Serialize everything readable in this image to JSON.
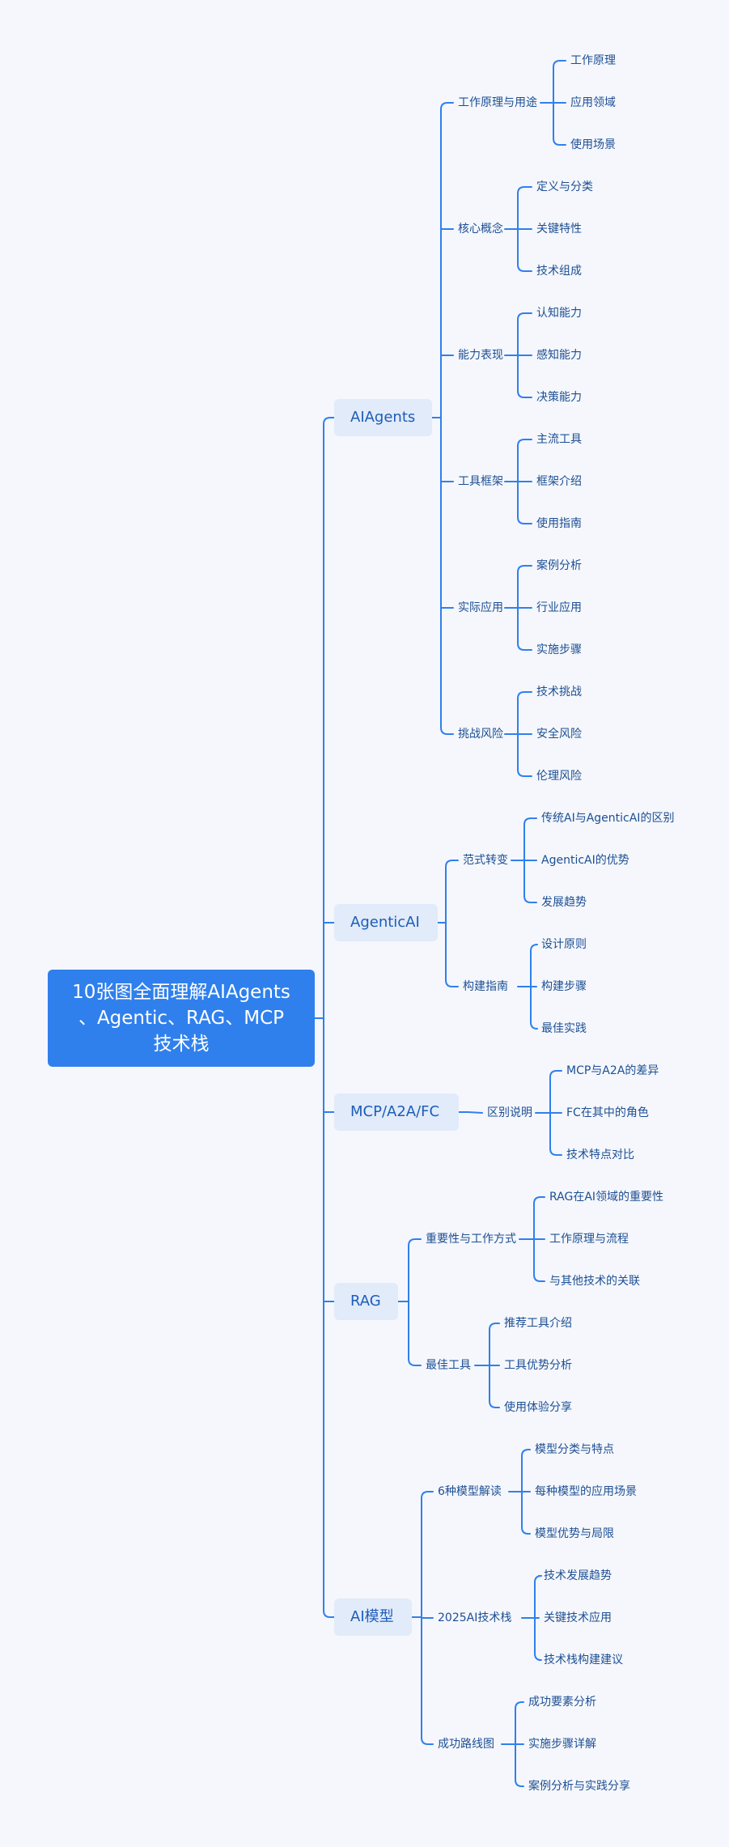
{
  "root": {
    "title_lines": [
      "10张图全面理解AIAgents",
      "、Agentic、RAG、MCP",
      "技术栈"
    ]
  },
  "colors": {
    "background": "#F5F7FC",
    "root_fill": "#2F80ED",
    "branch_fill": "#E1EBFA",
    "line": "#2F80ED",
    "text": "#1D4F93"
  },
  "branches": [
    {
      "label": "AIAgents",
      "children": [
        {
          "label": "工作原理与用途",
          "children": [
            "工作原理",
            "应用领域",
            "使用场景"
          ]
        },
        {
          "label": "核心概念",
          "children": [
            "定义与分类",
            "关键特性",
            "技术组成"
          ]
        },
        {
          "label": "能力表现",
          "children": [
            "认知能力",
            "感知能力",
            "决策能力"
          ]
        },
        {
          "label": "工具框架",
          "children": [
            "主流工具",
            "框架介绍",
            "使用指南"
          ]
        },
        {
          "label": "实际应用",
          "children": [
            "案例分析",
            "行业应用",
            "实施步骤"
          ]
        },
        {
          "label": "挑战风险",
          "children": [
            "技术挑战",
            "安全风险",
            "伦理风险"
          ]
        }
      ]
    },
    {
      "label": "AgenticAI",
      "children": [
        {
          "label": "范式转变",
          "children": [
            "传统AI与AgenticAI的区别",
            "AgenticAI的优势",
            "发展趋势"
          ]
        },
        {
          "label": "构建指南",
          "children": [
            "设计原则",
            "构建步骤",
            "最佳实践"
          ]
        }
      ]
    },
    {
      "label": "MCP/A2A/FC",
      "children": [
        {
          "label": "区别说明",
          "children": [
            "MCP与A2A的差异",
            "FC在其中的角色",
            "技术特点对比"
          ]
        }
      ]
    },
    {
      "label": "RAG",
      "children": [
        {
          "label": "重要性与工作方式",
          "children": [
            "RAG在AI领域的重要性",
            "工作原理与流程",
            "与其他技术的关联"
          ]
        },
        {
          "label": "最佳工具",
          "children": [
            "推荐工具介绍",
            "工具优势分析",
            "使用体验分享"
          ]
        }
      ]
    },
    {
      "label": "AI模型",
      "children": [
        {
          "label": "6种模型解读",
          "children": [
            "模型分类与特点",
            "每种模型的应用场景",
            "模型优势与局限"
          ]
        },
        {
          "label": "2025AI技术栈",
          "children": [
            "技术发展趋势",
            "关键技术应用",
            "技术栈构建建议"
          ]
        },
        {
          "label": "成功路线图",
          "children": [
            "成功要素分析",
            "实施步骤详解",
            "案例分析与实践分享"
          ]
        }
      ]
    }
  ]
}
